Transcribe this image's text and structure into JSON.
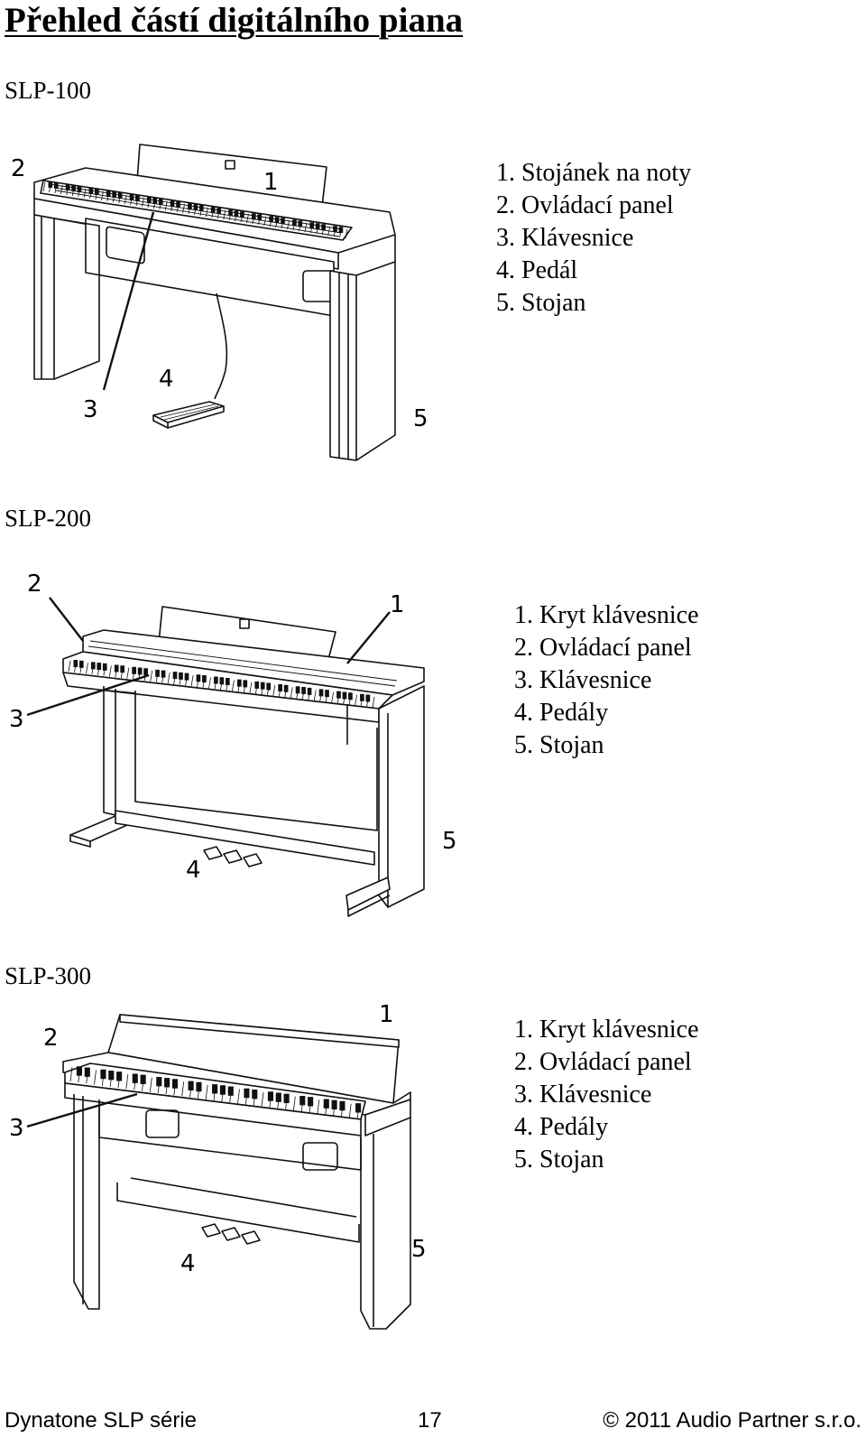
{
  "page": {
    "title": "Přehled částí digitálního piana"
  },
  "sections": [
    {
      "model": "SLP-100",
      "parts": [
        "1. Stojánek na noty",
        "2. Ovládací panel",
        "3. Klávesnice",
        "4. Pedál",
        "5. Stojan"
      ],
      "callouts": [
        "1",
        "2",
        "3",
        "4",
        "5"
      ]
    },
    {
      "model": "SLP-200",
      "parts": [
        "1. Kryt klávesnice",
        "2. Ovládací panel",
        "3. Klávesnice",
        "4. Pedály",
        "5. Stojan"
      ],
      "callouts": [
        "1",
        "2",
        "3",
        "4",
        "5"
      ]
    },
    {
      "model": "SLP-300",
      "parts": [
        "1. Kryt klávesnice",
        "2. Ovládací panel",
        "3. Klávesnice",
        "4. Pedály",
        "5. Stojan"
      ],
      "callouts": [
        "1",
        "2",
        "3",
        "4",
        "5"
      ]
    }
  ],
  "footer": {
    "left": "Dynatone SLP série",
    "center": "17",
    "right": "© 2011 Audio Partner s.r.o."
  }
}
